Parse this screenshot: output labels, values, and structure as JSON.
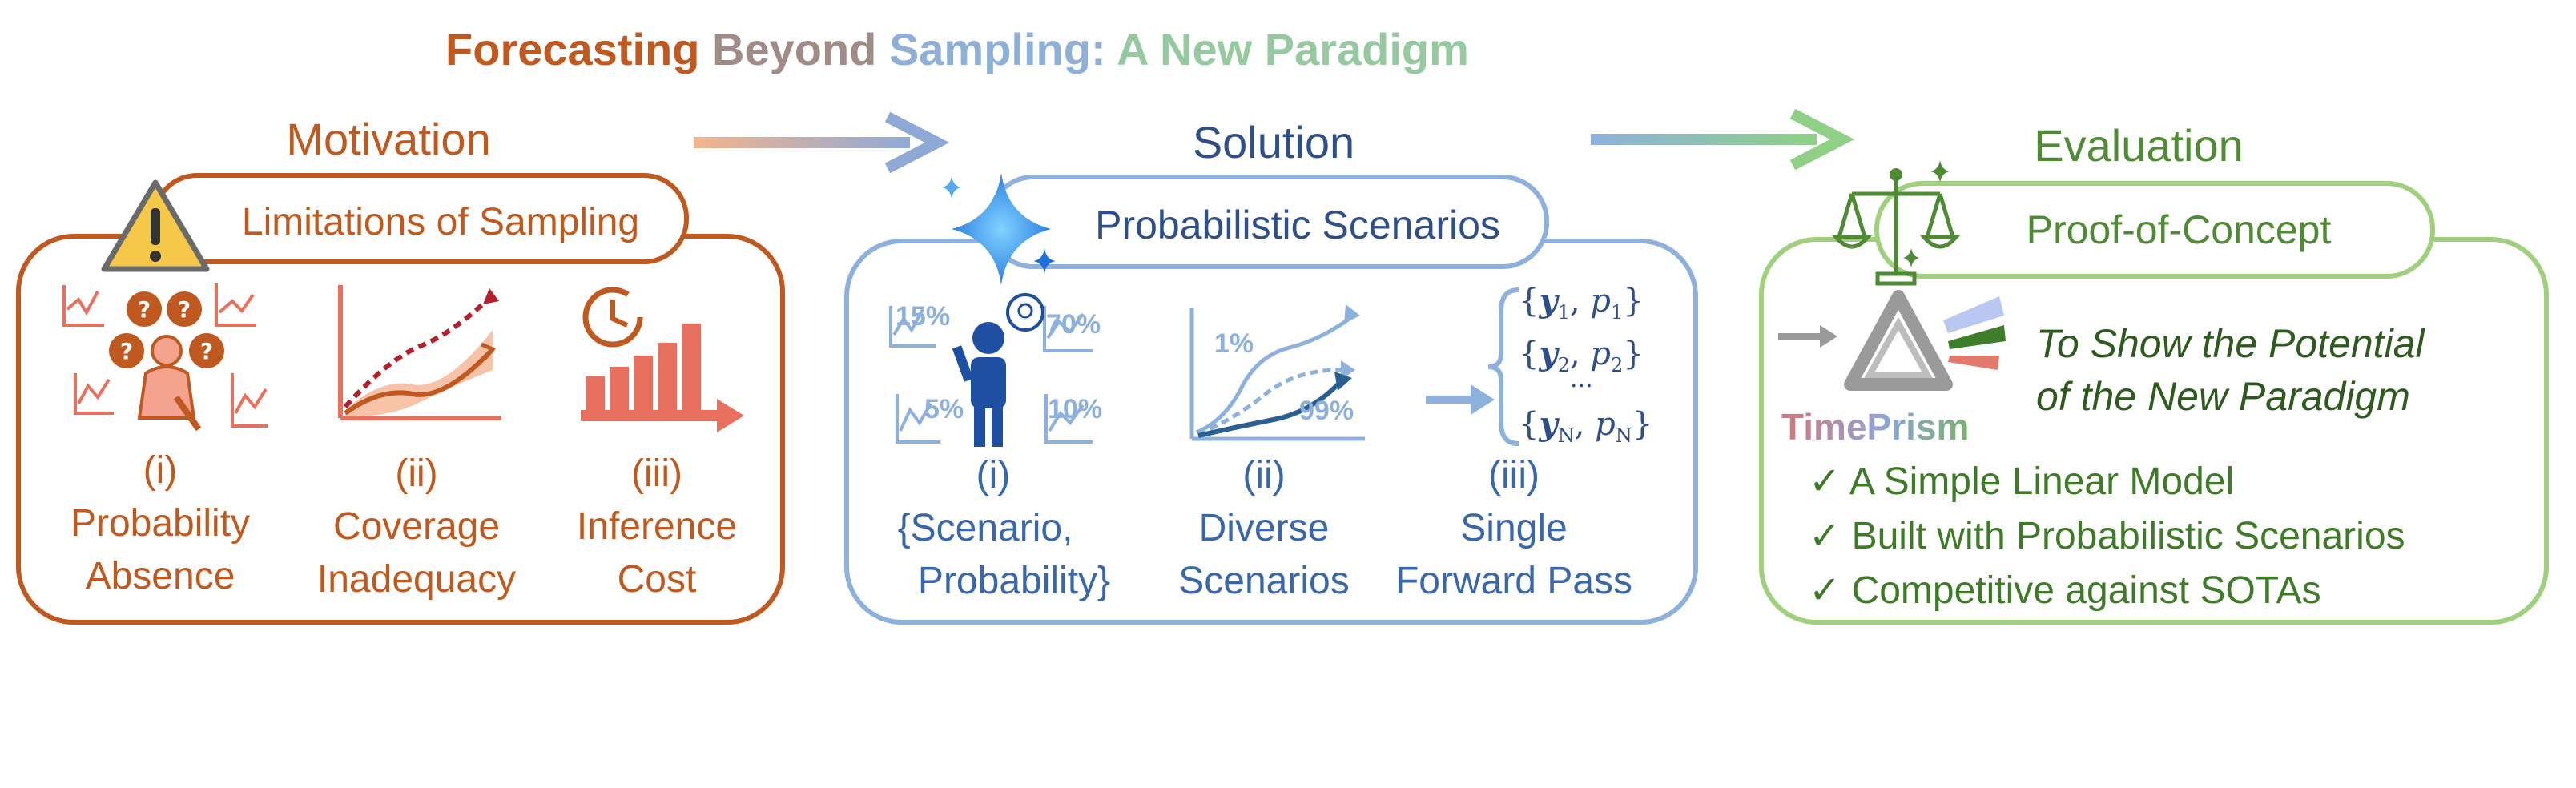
{
  "title": {
    "part1": "Forecasting",
    "part2": "Beyond",
    "part3": "Sampling:",
    "part4": "A New Paradigm"
  },
  "motivation": {
    "heading": "Motivation",
    "box_label": "Limitations of Sampling",
    "items": [
      {
        "num": "(i)",
        "line1": "Probability",
        "line2": "Absence"
      },
      {
        "num": "(ii)",
        "line1": "Coverage",
        "line2": "Inadequacy"
      },
      {
        "num": "(iii)",
        "line1": "Inference",
        "line2": "Cost"
      }
    ]
  },
  "solution": {
    "heading": "Solution",
    "box_label": "Probabilistic Scenarios",
    "percent_labels": [
      "15%",
      "70%",
      "5%",
      "10%",
      "1%",
      "99%"
    ],
    "scenario_pairs": [
      {
        "y": "y",
        "sub": "1",
        "p": "p",
        "psub": "1"
      },
      {
        "y": "y",
        "sub": "2",
        "p": "p",
        "psub": "2"
      },
      {
        "y": "y",
        "sub": "N",
        "p": "p",
        "psub": "N"
      }
    ],
    "ellipsis": "···",
    "items": [
      {
        "num": "(i)",
        "line1": "{Scenario,",
        "line2": "Probability}"
      },
      {
        "num": "(ii)",
        "line1": "Diverse",
        "line2": "Scenarios"
      },
      {
        "num": "(iii)",
        "line1": "Single",
        "line2": "Forward Pass"
      }
    ]
  },
  "evaluation": {
    "heading": "Evaluation",
    "box_label": "Proof-of-Concept",
    "logo_text": "TimePrism",
    "tagline_line1": "To Show the Potential",
    "tagline_line2": "of the New Paradigm",
    "checkmark": "✓",
    "checklist": [
      "A Simple Linear Model",
      "Built with Probabilistic Scenarios",
      "Competitive against SOTAs"
    ]
  },
  "colors": {
    "motivation": "#c0591f",
    "motivation_fill": "#e8705f",
    "solution": "#3a67aa",
    "solution_light": "#8db0dc",
    "evaluation": "#4f8a34",
    "evaluation_border": "#9fd07e"
  }
}
